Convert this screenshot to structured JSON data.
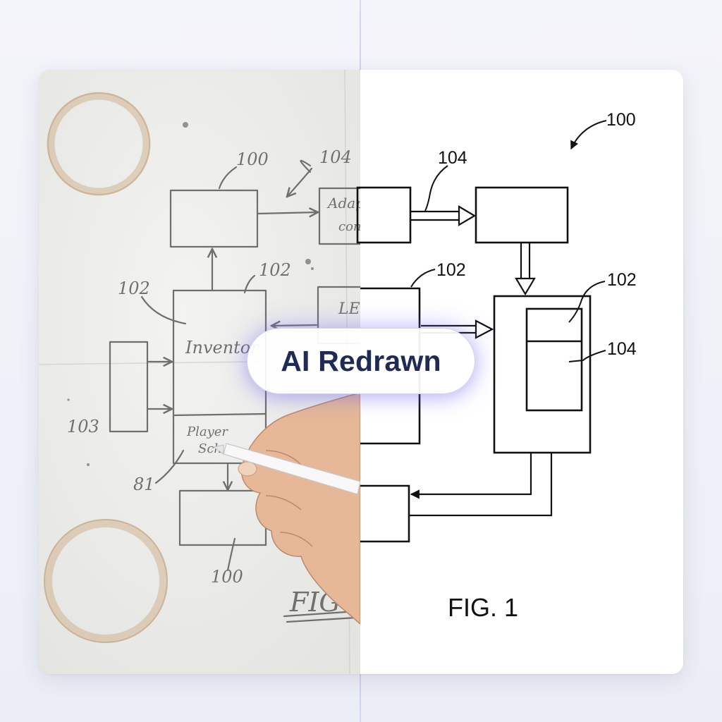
{
  "badge": {
    "label": "AI Redrawn"
  },
  "sketch": {
    "ref_100_top": "100",
    "ref_104_top": "104",
    "ref_102_left": "102",
    "ref_102_mid": "102",
    "ref_103": "103",
    "ref_81": "81",
    "ref_100_bottom": "100",
    "box_adap_line1": "Adap",
    "box_adap_line2": "con",
    "box_le": "LE",
    "inventory": "Inventor",
    "player_line1": "Player",
    "player_line2": "Sch",
    "fig": "FIG"
  },
  "clean": {
    "ref_100": "100",
    "ref_104_top": "104",
    "ref_102_left": "102",
    "ref_102_right": "102",
    "ref_104_right": "104",
    "fig_label": "FIG. 1"
  }
}
